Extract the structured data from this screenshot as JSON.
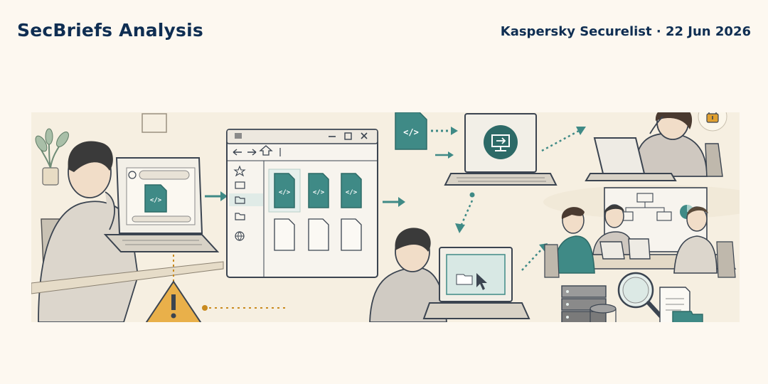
{
  "header": {
    "brand": "SecBriefs Analysis",
    "source_line": "Kaspersky Securelist · 22 Jun 2026"
  },
  "illustration": {
    "file_code_glyph": "</>",
    "colors": {
      "teal": "#3f8a86",
      "teal_dark": "#2d6a67",
      "ink": "#3b4450",
      "warning": "#e0a030",
      "warning_dark": "#c98a1e",
      "paper": "#f6efe1"
    },
    "icons": [
      "person-at-laptop",
      "file-code-icon",
      "file-explorer-window",
      "warning-icon",
      "remote-laptop-icon",
      "worried-person",
      "padlock-icon",
      "meeting-team",
      "server-rack-icon",
      "magnifier-icon",
      "documents-icon"
    ]
  }
}
